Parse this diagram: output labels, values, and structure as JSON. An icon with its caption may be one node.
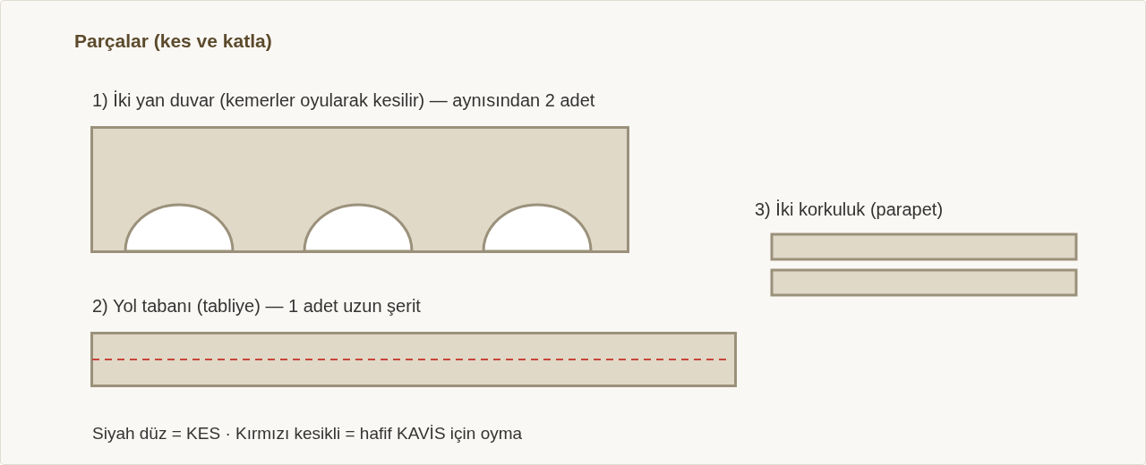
{
  "diagram": {
    "title": "Parçalar (kes ve katla)",
    "nodes": [
      {
        "text": [
          "1) İki yan duvar (kemerler oyularak kesilir) — aynısından 2 adet"
        ]
      },
      {
        "text": [
          "2) Yol tabanı (tabliye) — 1 adet uzun şerit"
        ]
      },
      {
        "text": [],
        "shape": "bar"
      },
      {
        "text": [],
        "shape": "bar"
      }
    ],
    "edges": [],
    "labels": [
      "3) İki korkuluk (parapet)",
      "Siyah düz = KES · Kırmızı kesikli = hafif KAVİS için oyma"
    ]
  }
}
